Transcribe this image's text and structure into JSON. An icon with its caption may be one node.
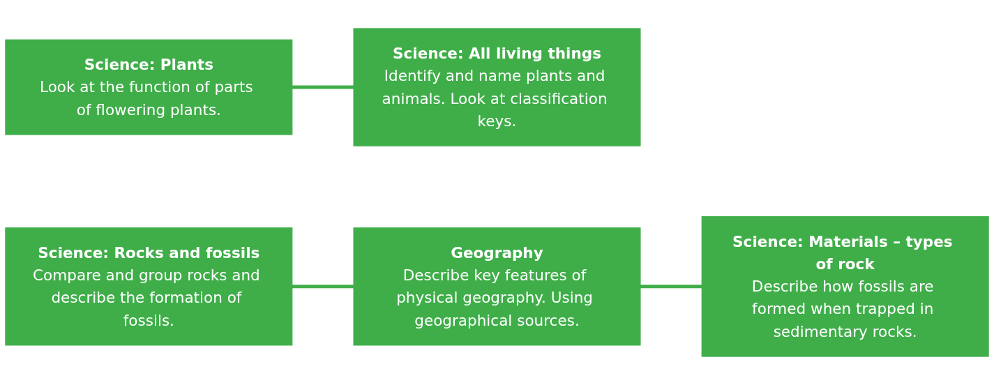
{
  "diagram": {
    "nodes": [
      {
        "text": [
          "Science: Plants",
          "Look at the function of parts of flowering plants."
        ]
      },
      {
        "text": [
          "Science: All living things",
          "Identify and name plants and animals. Look at classification keys."
        ]
      },
      {
        "text": [
          "Science: Rocks and fossils",
          "Compare and group rocks and describe the formation of fossils."
        ]
      },
      {
        "text": [
          "Geography",
          "Describe key features of physical geography. Using geographical sources."
        ]
      },
      {
        "text": [
          "Science: Materials – types of rock",
          "Describe how fossils are formed when trapped in sedimentary rocks."
        ]
      }
    ],
    "edges": [
      {
        "from": 0,
        "to": 1,
        "arrow": "none"
      },
      {
        "from": 2,
        "to": 3,
        "arrow": "none"
      },
      {
        "from": 3,
        "to": 4,
        "arrow": "none"
      }
    ]
  }
}
